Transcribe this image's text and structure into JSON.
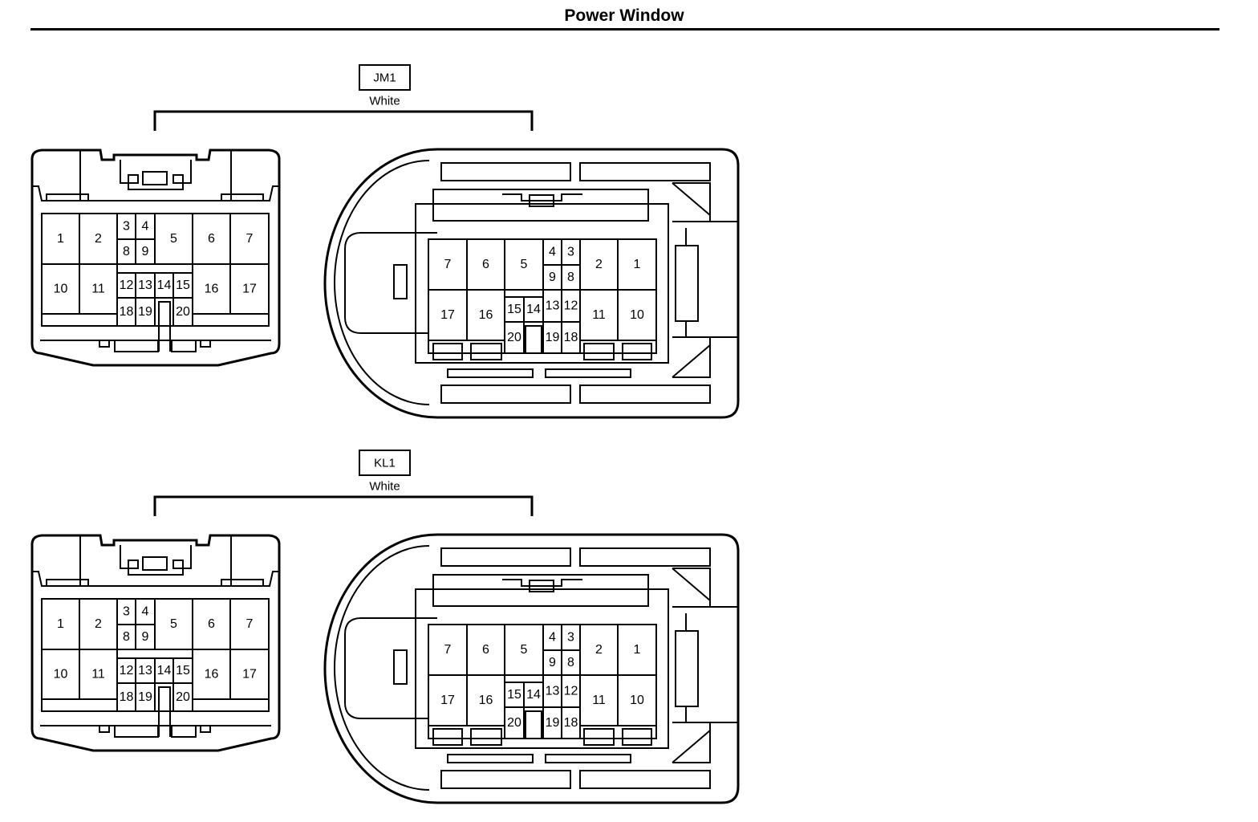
{
  "page": {
    "title": "Power Window"
  },
  "connectors": [
    {
      "id": "JM1",
      "color": "White"
    },
    {
      "id": "KL1",
      "color": "White"
    }
  ],
  "male_view": {
    "pins": [
      {
        "n": "1",
        "size": "large"
      },
      {
        "n": "2",
        "size": "large"
      },
      {
        "n": "3",
        "size": "small"
      },
      {
        "n": "4",
        "size": "small"
      },
      {
        "n": "5",
        "size": "large"
      },
      {
        "n": "6",
        "size": "large"
      },
      {
        "n": "7",
        "size": "large"
      },
      {
        "n": "8",
        "size": "small"
      },
      {
        "n": "9",
        "size": "small"
      },
      {
        "n": "10",
        "size": "large"
      },
      {
        "n": "11",
        "size": "large"
      },
      {
        "n": "12",
        "size": "small"
      },
      {
        "n": "13",
        "size": "small"
      },
      {
        "n": "14",
        "size": "small"
      },
      {
        "n": "15",
        "size": "small"
      },
      {
        "n": "16",
        "size": "large"
      },
      {
        "n": "17",
        "size": "large"
      },
      {
        "n": "18",
        "size": "small"
      },
      {
        "n": "19",
        "size": "small"
      },
      {
        "n": "20",
        "size": "small"
      }
    ]
  },
  "female_view": {
    "pins": [
      {
        "n": "7",
        "size": "large"
      },
      {
        "n": "6",
        "size": "large"
      },
      {
        "n": "5",
        "size": "large"
      },
      {
        "n": "4",
        "size": "small"
      },
      {
        "n": "3",
        "size": "small"
      },
      {
        "n": "2",
        "size": "large"
      },
      {
        "n": "1",
        "size": "large"
      },
      {
        "n": "9",
        "size": "small"
      },
      {
        "n": "8",
        "size": "small"
      },
      {
        "n": "17",
        "size": "large"
      },
      {
        "n": "16",
        "size": "large"
      },
      {
        "n": "15",
        "size": "small"
      },
      {
        "n": "14",
        "size": "small"
      },
      {
        "n": "13",
        "size": "small"
      },
      {
        "n": "12",
        "size": "small"
      },
      {
        "n": "11",
        "size": "large"
      },
      {
        "n": "10",
        "size": "large"
      },
      {
        "n": "20",
        "size": "small"
      },
      {
        "n": "19",
        "size": "small"
      },
      {
        "n": "18",
        "size": "small"
      }
    ]
  }
}
